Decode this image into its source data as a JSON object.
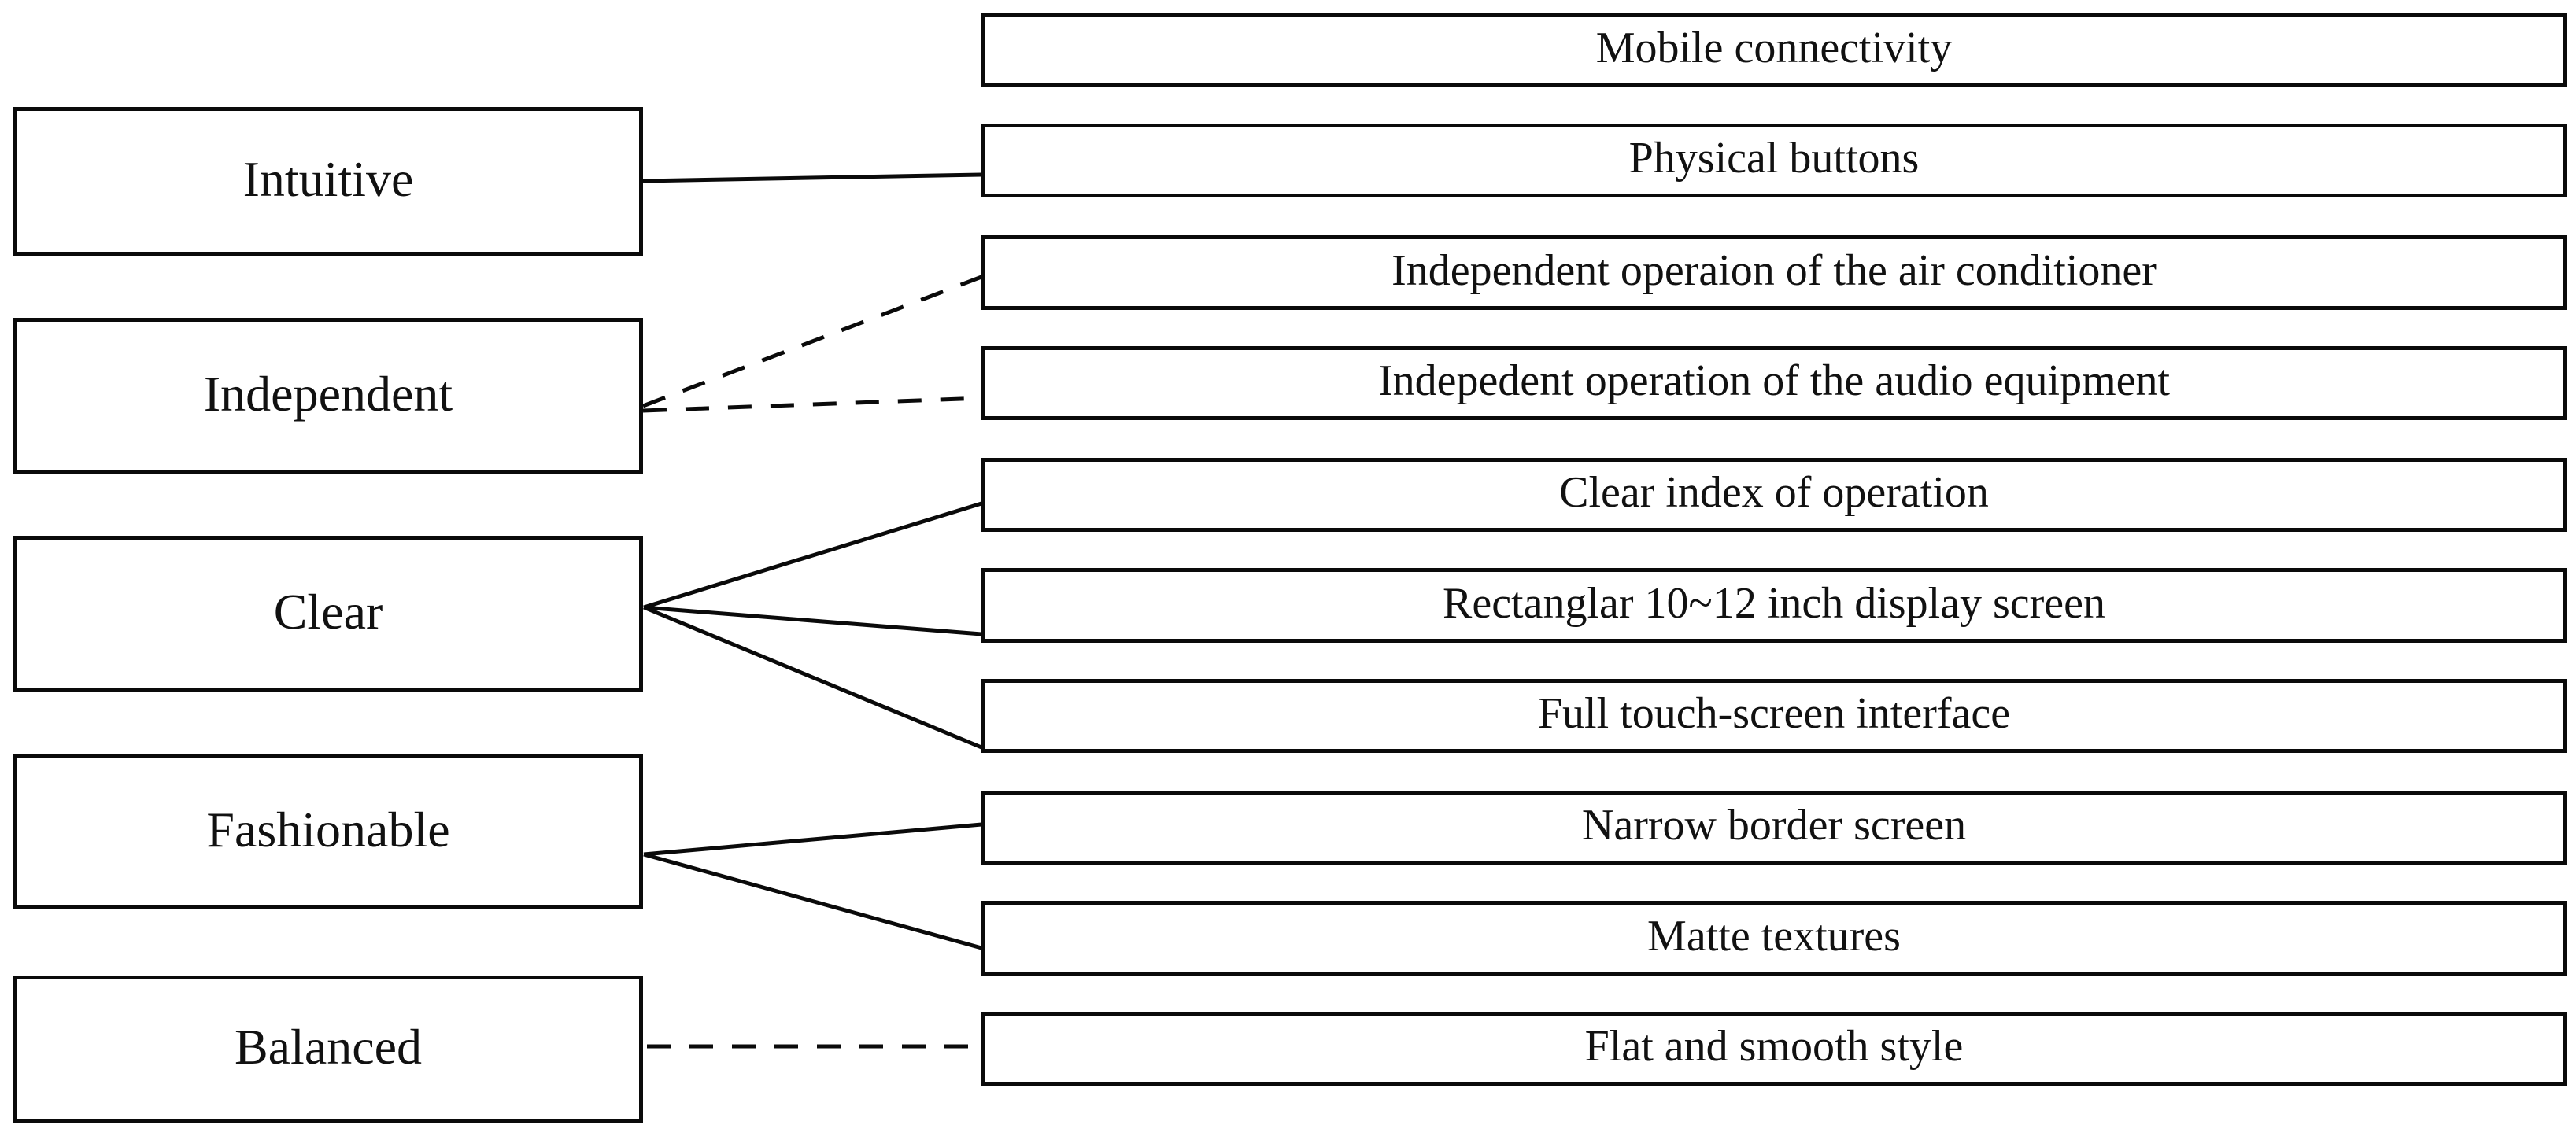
{
  "diagram": {
    "colors": {
      "border": "#0a0a0a",
      "background": "#ffffff",
      "text": "#111111"
    },
    "left_nodes": [
      {
        "id": "intuitive",
        "label": "Intuitive"
      },
      {
        "id": "independent",
        "label": "Independent"
      },
      {
        "id": "clear",
        "label": "Clear"
      },
      {
        "id": "fashionable",
        "label": "Fashionable"
      },
      {
        "id": "balanced",
        "label": "Balanced"
      }
    ],
    "right_nodes": [
      {
        "id": "mobile-connectivity",
        "label": "Mobile connectivity"
      },
      {
        "id": "physical-buttons",
        "label": "Physical buttons"
      },
      {
        "id": "independent-operaion-air-conditioner",
        "label": "Independent operaion of the air conditioner"
      },
      {
        "id": "indepedent-operation-audio-equipment",
        "label": "Indepedent operation of the audio equipment"
      },
      {
        "id": "clear-index-of-operation",
        "label": "Clear index of operation"
      },
      {
        "id": "rectanglar-display-screen",
        "label": "Rectanglar 10~12 inch display screen"
      },
      {
        "id": "full-touch-screen-interface",
        "label": "Full touch-screen interface"
      },
      {
        "id": "narrow-border-screen",
        "label": "Narrow border screen"
      },
      {
        "id": "matte-textures",
        "label": "Matte textures"
      },
      {
        "id": "flat-and-smooth-style",
        "label": "Flat and smooth style"
      }
    ],
    "edges": [
      {
        "from": "intuitive",
        "to": "physical-buttons",
        "style": "solid"
      },
      {
        "from": "independent",
        "to": "independent-operaion-air-conditioner",
        "style": "dashed"
      },
      {
        "from": "independent",
        "to": "indepedent-operation-audio-equipment",
        "style": "dashed"
      },
      {
        "from": "clear",
        "to": "clear-index-of-operation",
        "style": "solid"
      },
      {
        "from": "clear",
        "to": "rectanglar-display-screen",
        "style": "solid"
      },
      {
        "from": "clear",
        "to": "full-touch-screen-interface",
        "style": "solid"
      },
      {
        "from": "fashionable",
        "to": "narrow-border-screen",
        "style": "solid"
      },
      {
        "from": "fashionable",
        "to": "matte-textures",
        "style": "solid"
      },
      {
        "from": "balanced",
        "to": "flat-and-smooth-style",
        "style": "dashed"
      }
    ]
  }
}
